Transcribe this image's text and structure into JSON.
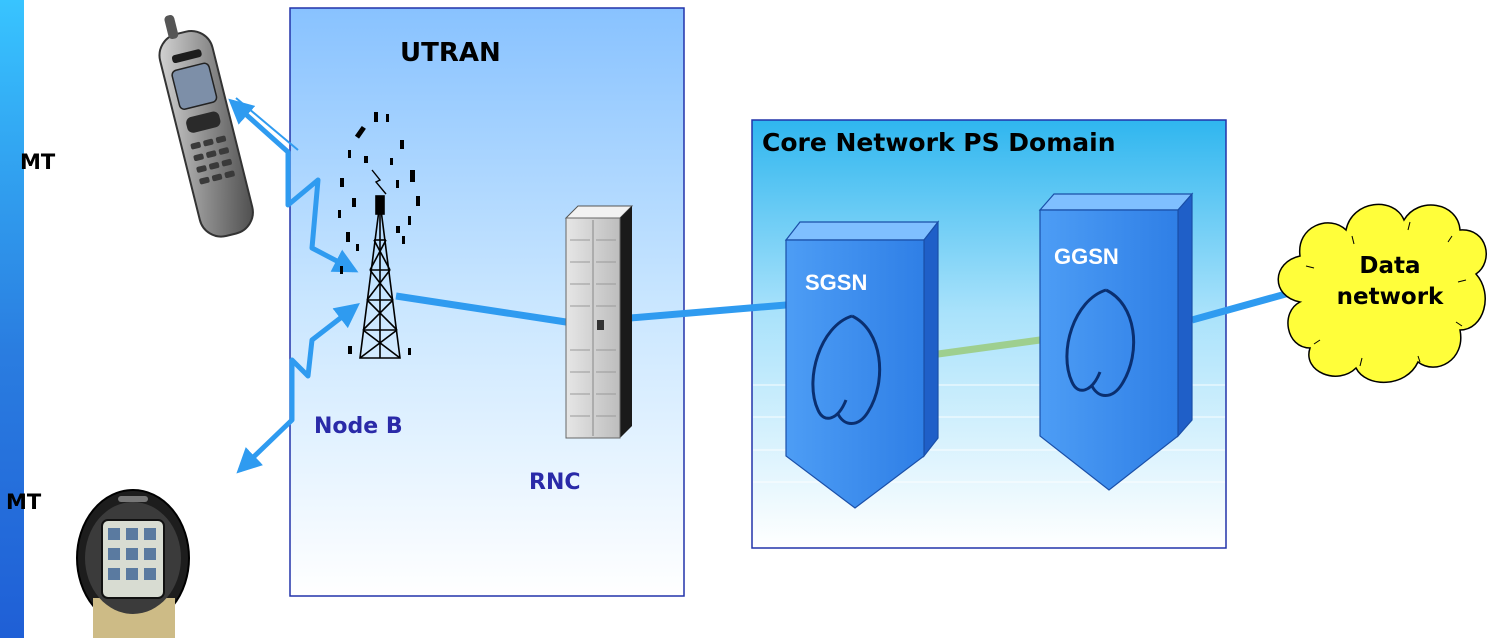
{
  "diagram": {
    "labels": {
      "mt_top": "MT",
      "mt_bottom": "MT",
      "utran": "UTRAN",
      "node_b": "Node B",
      "rnc": "RNC",
      "core_network": "Core Network PS Domain",
      "sgsn": "SGSN",
      "ggsn": "GGSN",
      "data_network_line1": "Data",
      "data_network_line2": "network"
    },
    "colors": {
      "left_strip": "#2f86e8",
      "utran_gradient_top": "#8cc6ff",
      "core_gradient_top": "#33b8f0",
      "link_blue": "#2f9bf0",
      "node_blue": "#3d8ff0",
      "internal_link": "#9ecf8f",
      "cloud_yellow": "#fffe3a",
      "label_blue": "#2a2aa8"
    }
  }
}
